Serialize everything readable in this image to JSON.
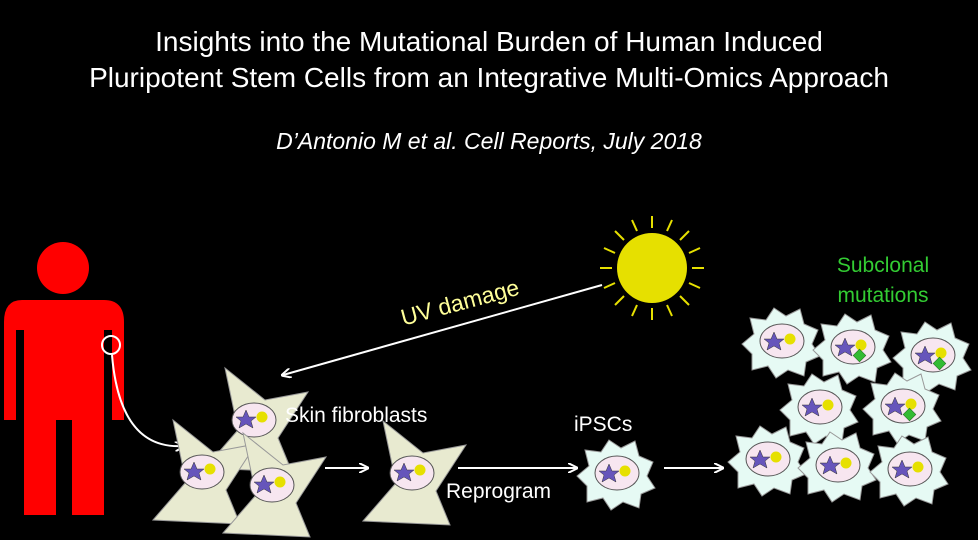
{
  "title": {
    "line1": "Insights into the Mutational Burden of Human Induced",
    "line2": "Pluripotent Stem Cells from an Integrative Multi-Omics Approach"
  },
  "citation": "D’Antonio M et al. Cell Reports, July 2018",
  "labels": {
    "uv_damage": "UV damage",
    "skin_fibroblasts": "Skin fibroblasts",
    "reprogram": "Reprogram",
    "ipscs": "iPSCs",
    "subclonal_line1": "Subclonal",
    "subclonal_line2": "mutations"
  },
  "colors": {
    "background": "#000000",
    "person": "#ff0000",
    "sun": "#e6e000",
    "uv_text": "#ffff99",
    "subclonal_text": "#33cc33",
    "fibroblast_fill": "#e8ead0",
    "ipsc_fill": "#e6faf4",
    "nucleus_fill": "#f7e6f0",
    "star": "#6655bb",
    "dot": "#e6e000",
    "diamond": "#33bb33"
  }
}
